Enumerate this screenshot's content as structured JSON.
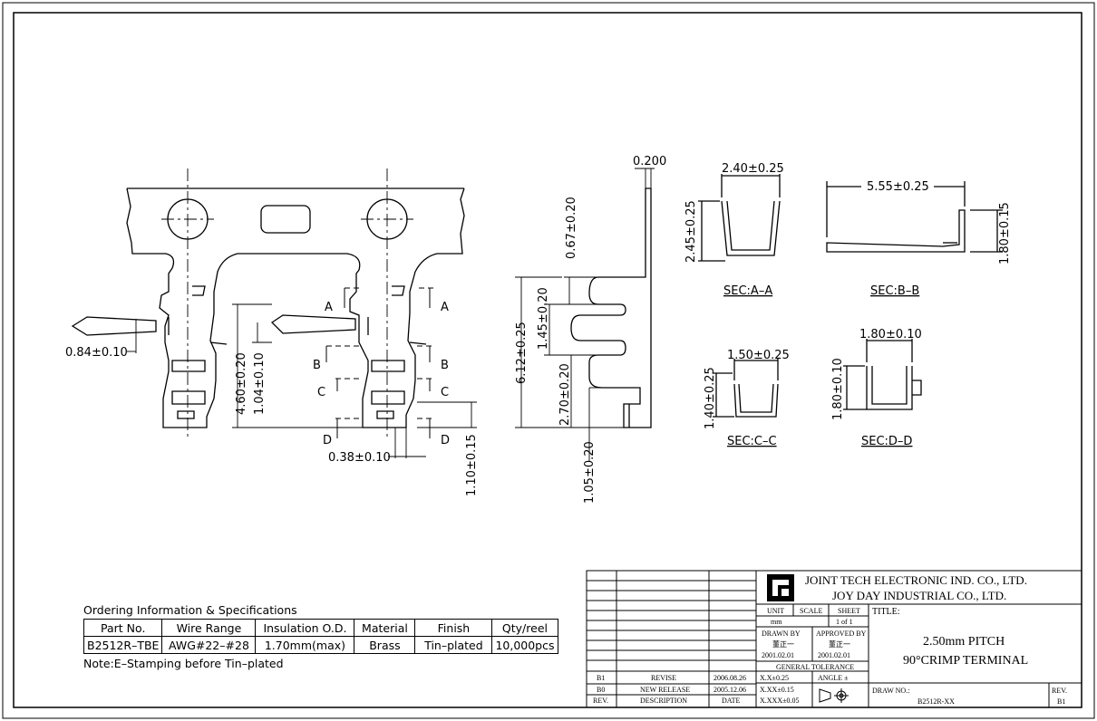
{
  "dimensions": {
    "d1": "0.84±0.10",
    "d2": "4.60±0.20",
    "d3": "1.04±0.10",
    "d4": "0.38±0.10",
    "d5": "1.10±0.15",
    "d6": "0.200",
    "d7": "0.67±0.20",
    "d8": "6.12±0.25",
    "d9": "1.45±0.20",
    "d10": "2.70±0.20",
    "d11": "1.05±0.20",
    "sec_a_w": "2.40±0.25",
    "sec_a_h": "2.45±0.25",
    "sec_b_w": "5.55±0.25",
    "sec_b_h": "1.80±0.15",
    "sec_c_w": "1.50±0.25",
    "sec_c_h": "1.40±0.25",
    "sec_d_w": "1.80±0.10",
    "sec_d_h": "1.80±0.10"
  },
  "section_markers": {
    "a": "A",
    "b": "B",
    "c": "C",
    "d": "D"
  },
  "section_labels": {
    "a": "SEC:A–A",
    "b": "SEC:B–B",
    "c": "SEC:C–C",
    "d": "SEC:D–D"
  },
  "ordering": {
    "title": "Ordering Information & Specifications",
    "headers": [
      "Part No.",
      "Wire Range",
      "Insulation O.D.",
      "Material",
      "Finish",
      "Qty/reel"
    ],
    "row": [
      "B2512R–TBE",
      "AWG#22–#28",
      "1.70mm(max)",
      "Brass",
      "Tin–plated",
      "10,000pcs"
    ],
    "note": "Note:E–Stamping before Tin–plated"
  },
  "title_block": {
    "company_en": "JOINT TECH ELECTRONIC IND. CO., LTD.",
    "company_en2": "JOY DAY INDUSTRIAL CO., LTD.",
    "unit_label": "UNIT",
    "unit_value": "mm",
    "scale_label": "SCALE",
    "sheet_label": "SHEET",
    "sheet_value": "1 of 1",
    "title_label": "TITLE:",
    "title_line1": "2.50mm PITCH",
    "title_line2": "90°CRIMP TERMINAL",
    "drawn_by_label": "DRAWN BY",
    "drawn_by_name": "董正一",
    "drawn_date": "2001.02.01",
    "approved_by_label": "APPROVED BY",
    "approved_by_name": "董正一",
    "approved_date": "2001.02.01",
    "tolerance_label": "GENERAL TOLERANCE",
    "tol1": "X.X±0.25",
    "tol2": "X.XX±0.15",
    "tol3": "X.XXX±0.05",
    "angle_label": "ANGLE ±",
    "drawing_no_label": "DRAW NO.:",
    "drawing_no": "B2512R-XX",
    "rev_label": "REV.",
    "rev_value": "B1",
    "revisions": [
      {
        "rev": "B1",
        "desc": "REVISE",
        "date": "2006.08.26"
      },
      {
        "rev": "B0",
        "desc": "NEW RELEASE",
        "date": "2005.12.06"
      }
    ],
    "rev_header": {
      "rev": "REV.",
      "desc": "DESCRIPTION",
      "date": "DATE"
    }
  }
}
